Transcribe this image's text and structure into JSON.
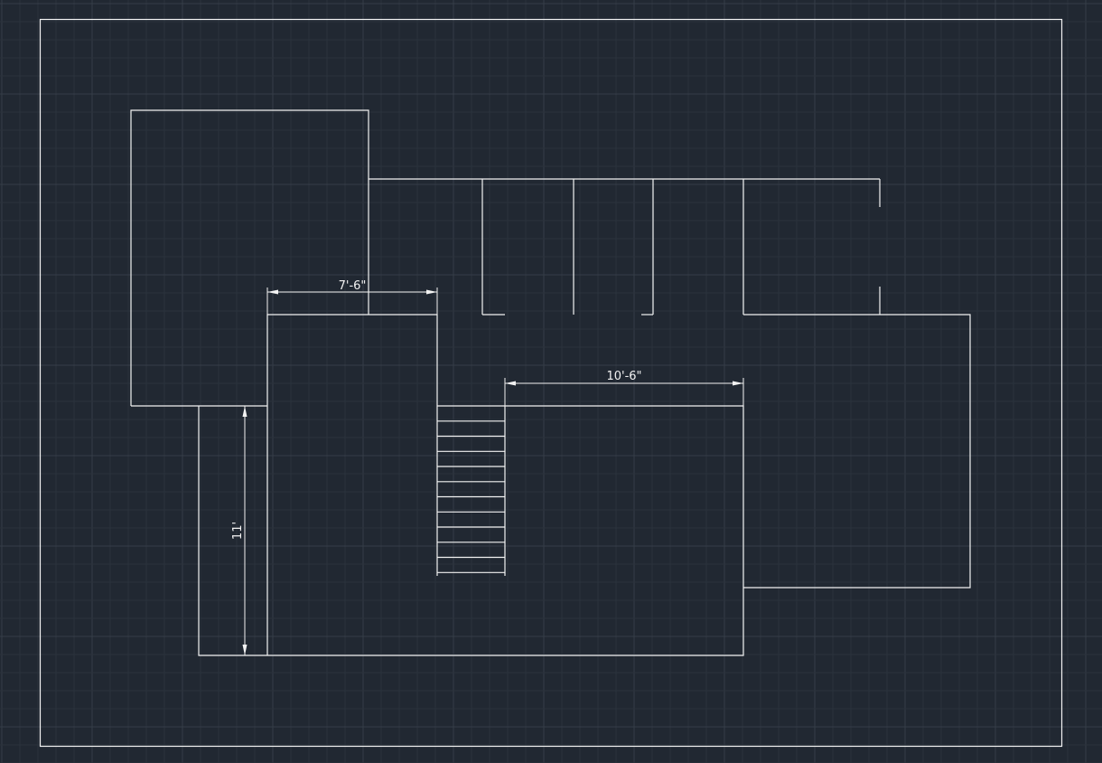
{
  "colors": {
    "background": "#212832",
    "grid_minor": "#2b323c",
    "grid_major": "#353d48",
    "lines": "#f2f2f2"
  },
  "dimensions": {
    "top_width": "7'-6\"",
    "middle_width": "10'-6\"",
    "left_height": "11'"
  }
}
